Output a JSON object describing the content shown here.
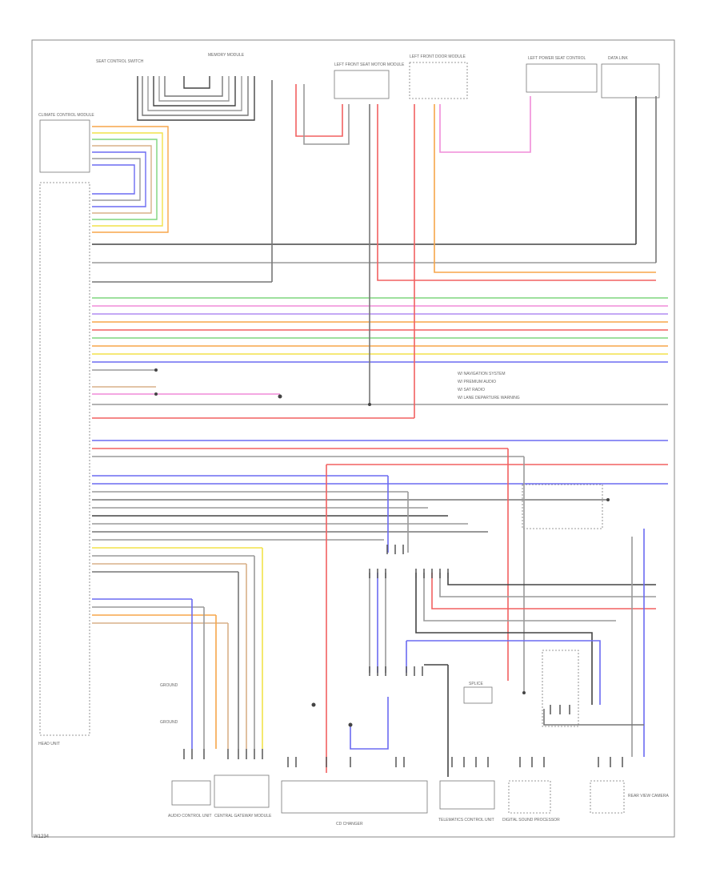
{
  "page_id": "W1234",
  "colors": {
    "frame": "#8a8a8a",
    "wire_black": "#444444",
    "wire_grey": "#9a9a9a",
    "wire_red": "#f26060",
    "wire_pink": "#f08cd8",
    "wire_orange": "#f7a64a",
    "wire_yellow": "#f2e24a",
    "wire_green": "#7ed67e",
    "wire_blue": "#6b6bf2",
    "wire_violet": "#b08cf2",
    "wire_tan": "#d8b088"
  },
  "components": {
    "top_left_switch": "SEAT CONTROL SWITCH",
    "top_center_module": "MEMORY MODULE",
    "upper_module_a": "LEFT FRONT SEAT MOTOR MODULE",
    "upper_module_b": "LEFT POWER SEAT CONTROL",
    "upper_module_c": "LEFT FRONT DOOR MODULE",
    "upper_module_d": "DATA LINK",
    "left_module": "CLIMATE CONTROL MODULE",
    "left_panel": "HEAD UNIT",
    "left_ground_1": "GROUND",
    "left_ground_2": "GROUND",
    "bottom_1": "AUDIO CONTROL UNIT",
    "bottom_2": "CENTRAL GATEWAY MODULE",
    "bottom_3": "CD CHANGER",
    "bottom_4": "TELEMATICS CONTROL UNIT",
    "bottom_5": "DIGITAL SOUND PROCESSOR",
    "bottom_6": "REAR VIEW CAMERA",
    "mid_splice": "SPLICE",
    "note_1": "W/ NAVIGATION SYSTEM",
    "note_2": "W/ PREMIUM AUDIO",
    "note_3": "W/ SAT RADIO",
    "note_4": "W/ LANE DEPARTURE WARNING"
  }
}
